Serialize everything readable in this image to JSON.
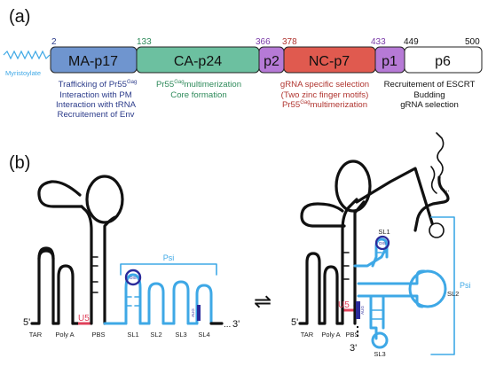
{
  "panel_a": {
    "label": "(a)",
    "myristoylate": "Myristoylate",
    "domains": [
      {
        "name": "MA-p17",
        "start": "2",
        "color": "#6f95cf"
      },
      {
        "name": "CA-p24",
        "start": "133",
        "color": "#6cc0a0"
      },
      {
        "name": "p2",
        "start": "366",
        "color": "#b67ad6"
      },
      {
        "name": "NC-p7",
        "start": "378",
        "color": "#e05a4f"
      },
      {
        "name": "p1",
        "start": "433",
        "color": "#b67ad6"
      },
      {
        "name": "p6",
        "start": "449",
        "color": "#ffffff"
      }
    ],
    "end_number": "500",
    "colors": {
      "ma_text": "#2b3b8a",
      "ca_text": "#2e8a5a",
      "p2_num": "#7a3aa8",
      "nc_text": "#b03530",
      "p6_text": "#111111",
      "myristoylate": "#3ea8e6"
    },
    "ma_functions": {
      "line1_main": "Trafficking of Pr55",
      "line1_sup": "Gag",
      "line2": "Interaction with PM",
      "line3": "Interaction with tRNA",
      "line4": "Recruitement of Env"
    },
    "ca_functions": {
      "line1_main": "Pr55",
      "line1_sup": "Gag",
      "line1_tail": "multimerization",
      "line2": "Core formation"
    },
    "nc_functions": {
      "line1": "gRNA specific selection",
      "line2": "(Two zinc finger motifs)",
      "line3_main": "Pr55",
      "line3_sup": "Gag",
      "line3_tail": "multimerization"
    },
    "p6_functions": {
      "line1": "Recruitement of ESCRT",
      "line2": "Budding",
      "line3": "gRNA selection"
    }
  },
  "panel_b": {
    "label": "(b)",
    "colors": {
      "rna": "#111111",
      "psi": "#3ea8e6",
      "u5": "#e0405a",
      "dis": "#2a2a9a"
    },
    "left": {
      "five_prime": "5'",
      "three_prime": "3'",
      "ellipsis": "...",
      "u5": "U5",
      "psi": "Psi",
      "dis": "DIS",
      "aug": "AUG",
      "labels": [
        "TAR",
        "Poly A",
        "PBS",
        "SL1",
        "SL2",
        "SL3",
        "SL4"
      ]
    },
    "right": {
      "five_prime": "5'",
      "three_prime": "3'",
      "u5": "U5",
      "psi": "Psi",
      "dis": "DIS",
      "aug": "AUG",
      "labels": [
        "TAR",
        "Poly A",
        "PBS",
        "SL1",
        "SL2",
        "SL3"
      ]
    },
    "equilibrium": "⇌"
  }
}
